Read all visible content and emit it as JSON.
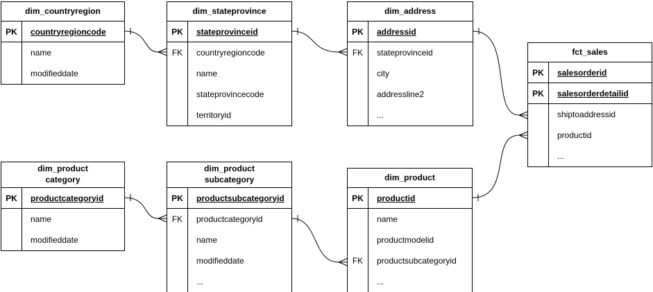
{
  "diagram": {
    "type": "entity-relationship",
    "colors": {
      "border": "#000000",
      "background": "#ffffff",
      "text": "#000000"
    },
    "tables": [
      {
        "name": "dim_countryregion",
        "title_lines": [
          "dim_countryregion",
          ""
        ],
        "pk_rows": [
          {
            "key": "PK",
            "field": "countryregioncode"
          }
        ],
        "body_rows": [
          {
            "key": "",
            "field": "name"
          },
          {
            "key": "",
            "field": "modifieddate"
          }
        ]
      },
      {
        "name": "dim_stateprovince",
        "title_lines": [
          "dim_stateprovince",
          ""
        ],
        "pk_rows": [
          {
            "key": "PK",
            "field": "stateprovinceid"
          }
        ],
        "body_rows": [
          {
            "key": "FK",
            "field": "countryregioncode"
          },
          {
            "key": "",
            "field": "name"
          },
          {
            "key": "",
            "field": "stateprovincecode"
          },
          {
            "key": "",
            "field": "territoryid"
          }
        ]
      },
      {
        "name": "dim_address",
        "title_lines": [
          "dim_address",
          ""
        ],
        "pk_rows": [
          {
            "key": "PK",
            "field": "addressid"
          }
        ],
        "body_rows": [
          {
            "key": "FK",
            "field": "stateprovinceid"
          },
          {
            "key": "",
            "field": "city"
          },
          {
            "key": "",
            "field": "addressline2"
          },
          {
            "key": "",
            "field": "..."
          }
        ]
      },
      {
        "name": "fct_sales",
        "title_lines": [
          "fct_sales",
          ""
        ],
        "pk_rows": [
          {
            "key": "PK",
            "field": "salesorderid"
          },
          {
            "key": "PK",
            "field": "salesorderdetailid"
          }
        ],
        "body_rows": [
          {
            "key": "",
            "field": "shiptoaddressid"
          },
          {
            "key": "",
            "field": "productid"
          },
          {
            "key": "",
            "field": "..."
          }
        ]
      },
      {
        "name": "dim_productcategory",
        "title_lines": [
          "dim_product",
          "category"
        ],
        "pk_rows": [
          {
            "key": "PK",
            "field": "productcategoryid"
          }
        ],
        "body_rows": [
          {
            "key": "",
            "field": "name"
          },
          {
            "key": "",
            "field": "modifieddate"
          }
        ]
      },
      {
        "name": "dim_productsubcategory",
        "title_lines": [
          "dim_product",
          "subcategory"
        ],
        "pk_rows": [
          {
            "key": "PK",
            "field": "productsubcategoryid"
          }
        ],
        "body_rows": [
          {
            "key": "FK",
            "field": "productcategoryid"
          },
          {
            "key": "",
            "field": "name"
          },
          {
            "key": "",
            "field": "modifieddate"
          },
          {
            "key": "",
            "field": "..."
          }
        ]
      },
      {
        "name": "dim_product",
        "title_lines": [
          "dim_product",
          ""
        ],
        "pk_rows": [
          {
            "key": "PK",
            "field": "productid"
          }
        ],
        "body_rows": [
          {
            "key": "",
            "field": "name"
          },
          {
            "key": "",
            "field": "productmodelid"
          },
          {
            "key": "FK",
            "field": "productsubcategoryid"
          },
          {
            "key": "",
            "field": "..."
          }
        ]
      }
    ],
    "relationships": [
      {
        "from_table": "dim_countryregion",
        "from_column": "countryregioncode",
        "to_table": "dim_stateprovince",
        "to_column": "countryregioncode",
        "from_cardinality": "one",
        "to_cardinality": "many"
      },
      {
        "from_table": "dim_stateprovince",
        "from_column": "stateprovinceid",
        "to_table": "dim_address",
        "to_column": "stateprovinceid",
        "from_cardinality": "one",
        "to_cardinality": "many"
      },
      {
        "from_table": "dim_address",
        "from_column": "addressid",
        "to_table": "fct_sales",
        "to_column": "shiptoaddressid",
        "from_cardinality": "one",
        "to_cardinality": "many"
      },
      {
        "from_table": "dim_product",
        "from_column": "productid",
        "to_table": "fct_sales",
        "to_column": "productid",
        "from_cardinality": "one",
        "to_cardinality": "many"
      },
      {
        "from_table": "dim_productcategory",
        "from_column": "productcategoryid",
        "to_table": "dim_productsubcategory",
        "to_column": "productcategoryid",
        "from_cardinality": "one",
        "to_cardinality": "many"
      },
      {
        "from_table": "dim_productsubcategory",
        "from_column": "productsubcategoryid",
        "to_table": "dim_product",
        "to_column": "productsubcategoryid",
        "from_cardinality": "one",
        "to_cardinality": "many"
      }
    ]
  }
}
